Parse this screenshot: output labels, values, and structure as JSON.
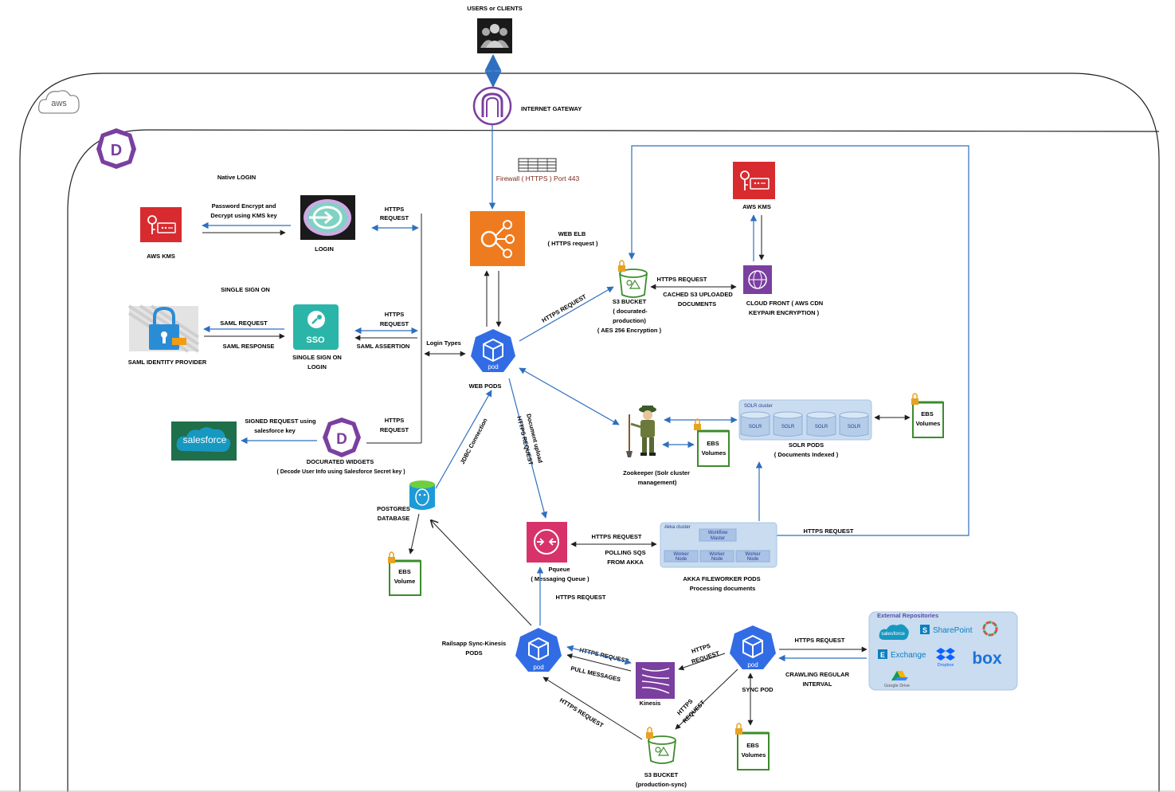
{
  "labels": {
    "users": "USERS or CLIENTS",
    "internet_gateway": "INTERNET GATEWAY",
    "firewall": "Firewall ( HTTPS ) Port 443",
    "native_login": "Native LOGIN",
    "pwd_encrypt_1": "Password Encrypt and",
    "pwd_encrypt_2": "Decrypt using KMS key",
    "aws_kms_left": "AWS KMS",
    "login": "LOGIN",
    "https_req_1a": "HTTPS",
    "https_req_1b": "REQUEST",
    "web_elb_1": "WEB ELB",
    "web_elb_2": "( HTTPS request )",
    "single_sign_on": "SINGLE SIGN ON",
    "saml_request": "SAML REQUEST",
    "saml_response": "SAML RESPONSE",
    "saml_idp": "SAML IDENTITY PROVIDER",
    "sso_icon_text": "SSO",
    "sso_1": "SINGLE SIGN ON",
    "sso_2": "LOGIN",
    "https_req_2a": "HTTPS",
    "https_req_2b": "REQUEST",
    "saml_assertion": "SAML ASSERTION",
    "login_types": "Login Types",
    "web_pods": "WEB PODS",
    "signed_req_1": "SIGNED REQUEST using",
    "signed_req_2": "salesforce key",
    "salesforce": "salesforce",
    "https_req_3a": "HTTPS",
    "https_req_3b": "REQUEST",
    "docurated_widgets": "DOCURATED WIDGETS",
    "decode_info": "( Decode User Info using Salesforce Secret key )",
    "https_req_s3": "HTTPS REQUEST",
    "s3_1": "S3 BUCKET",
    "s3_2": "( docurated-",
    "s3_3": "production)",
    "s3_4": "( AES 256 Encryption )",
    "https_req_cf": "HTTPS REQUEST",
    "cached_1": "CACHED S3 UPLOADED",
    "cached_2": "DOCUMENTS",
    "aws_kms_right": "AWS KMS",
    "cloudfront_1": "CLOUD FRONT ( AWS CDN",
    "cloudfront_2": "KEYPAIR ENCRYPTION )",
    "jdbc": "JDBC Connection",
    "doc_upload_1": "Document upload",
    "doc_upload_2": "HTTPS REQUEST",
    "zookeeper_1": "Zookeeper (Solr cluster",
    "zookeeper_2": "management)",
    "ebs": "EBS",
    "volumes": "Volumes",
    "volume": "Volume",
    "solr_cluster": "SOLR cluster",
    "solr": "SOLR",
    "solr_pods_1": "SOLR PODS",
    "solr_pods_2": "( Documents Indexed )",
    "postgres_1": "POSTGRES",
    "postgres_2": "DATABASE",
    "https_req_akka": "HTTPS REQUEST",
    "polling_1": "POLLING SQS",
    "polling_2": "FROM AKKA",
    "pqueue_1": "Pqueue",
    "pqueue_2": "( Messaging Queue )",
    "akka_cluster": "Akka cluster",
    "workflow_1": "Workflow",
    "workflow_2": "Master",
    "worker_1": "Worker",
    "worker_2": "Node",
    "akka_pods_1": "AKKA FILEWORKER PODS",
    "akka_pods_2": "Processing documents",
    "https_req_right": "HTTPS REQUEST",
    "https_req_pq": "HTTPS REQUEST",
    "railsapp_1": "Railsapp Sync-Kinesis",
    "railsapp_2": "PODS",
    "https_req_kin": "HTTPS REQUEST",
    "pull_messages": "PULL MESSAGES",
    "kinesis": "Kinesis",
    "https_req_sync_1": "HTTPS",
    "https_req_sync_2": "REQUEST",
    "sync_pod": "SYNC POD",
    "https_req_ext": "HTTPS REQUEST",
    "crawling_1": "CRAWLING REGULAR",
    "crawling_2": "INTERVAL",
    "ext_repos": "External Repositories",
    "sharepoint": "SharePoint",
    "exchange": "Exchange",
    "dropbox": "Dropbox",
    "box": "box",
    "gdrive": "Google Drive",
    "https_req_s3sync_a": "HTTPS REQUEST",
    "https_req_s3sync_b_1": "HTTPS",
    "https_req_s3sync_b_2": "REQUEST",
    "s3sync_1": "S3 BUCKET",
    "s3sync_2": "(production-sync)",
    "aws": "aws",
    "pod": "pod",
    "docurated_logo": "D"
  },
  "colors": {
    "aws_orange": "#ee7b1f",
    "aws_red": "#d82b30",
    "kubernetes_blue": "#326ce5",
    "purple": "#7b3fa0",
    "green": "#3b8c2c",
    "sso_teal": "#2bb5a8",
    "cluster_fill": "#c9dcf0",
    "line_blue": "#2e6fbf"
  }
}
